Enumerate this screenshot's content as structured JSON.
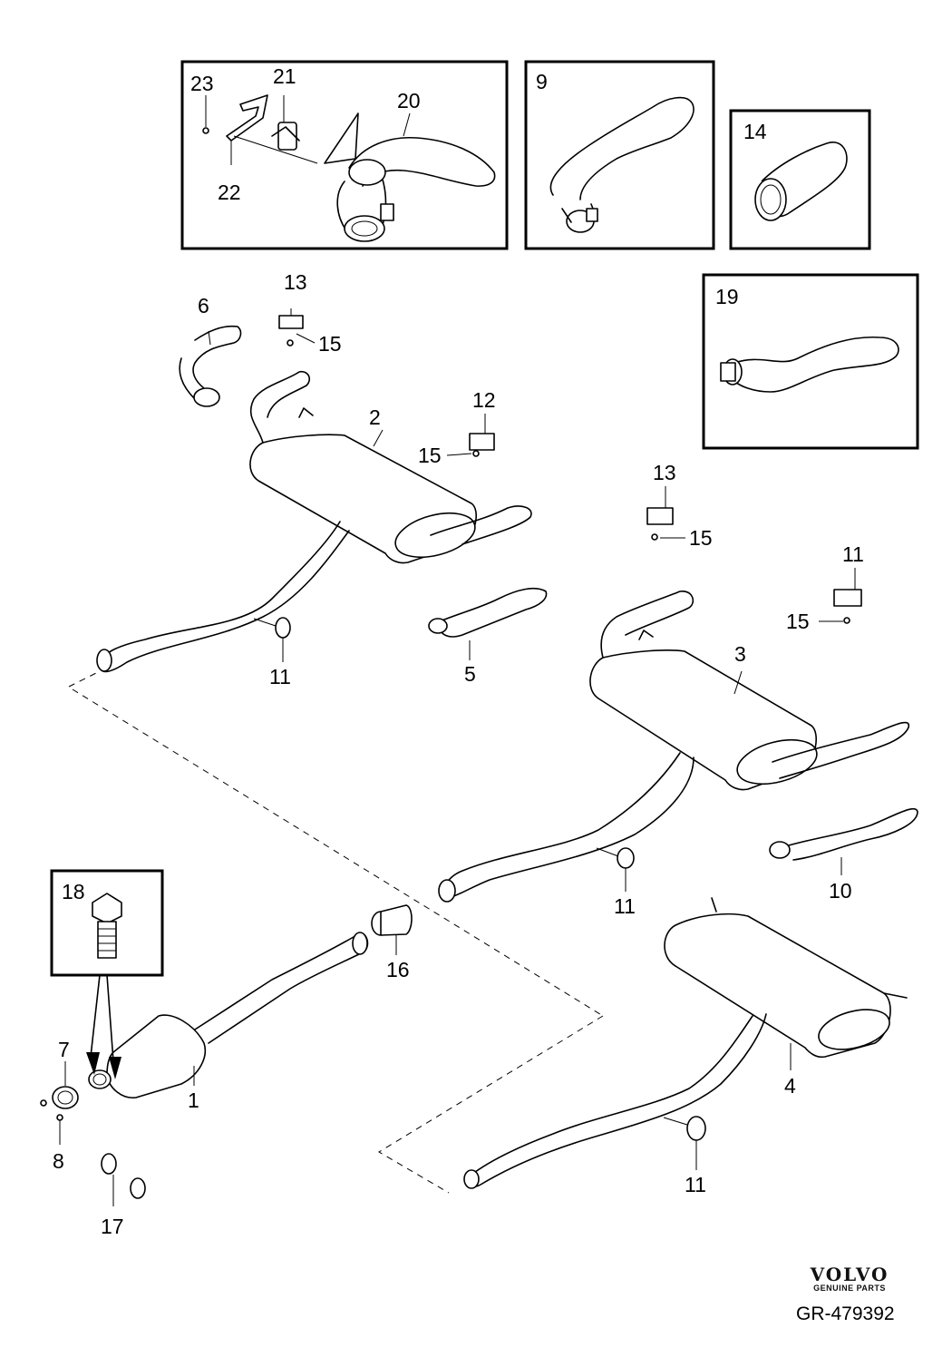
{
  "callouts": [
    {
      "id": "23",
      "text": "23"
    },
    {
      "id": "21",
      "text": "21"
    },
    {
      "id": "20",
      "text": "20"
    },
    {
      "id": "22",
      "text": "22"
    },
    {
      "id": "9",
      "text": "9"
    },
    {
      "id": "14",
      "text": "14"
    },
    {
      "id": "6",
      "text": "6"
    },
    {
      "id": "13a",
      "text": "13"
    },
    {
      "id": "15a",
      "text": "15"
    },
    {
      "id": "19",
      "text": "19"
    },
    {
      "id": "2",
      "text": "2"
    },
    {
      "id": "12",
      "text": "12"
    },
    {
      "id": "15b",
      "text": "15"
    },
    {
      "id": "13b",
      "text": "13"
    },
    {
      "id": "15c",
      "text": "15"
    },
    {
      "id": "11a",
      "text": "11"
    },
    {
      "id": "15d",
      "text": "15"
    },
    {
      "id": "11b",
      "text": "11"
    },
    {
      "id": "5",
      "text": "5"
    },
    {
      "id": "3",
      "text": "3"
    },
    {
      "id": "10",
      "text": "10"
    },
    {
      "id": "11c",
      "text": "11"
    },
    {
      "id": "18",
      "text": "18"
    },
    {
      "id": "16",
      "text": "16"
    },
    {
      "id": "7",
      "text": "7"
    },
    {
      "id": "1",
      "text": "1"
    },
    {
      "id": "8",
      "text": "8"
    },
    {
      "id": "4",
      "text": "4"
    },
    {
      "id": "17",
      "text": "17"
    },
    {
      "id": "11d",
      "text": "11"
    }
  ],
  "brand": {
    "name": "VOLVO",
    "tagline": "GENUINE PARTS"
  },
  "reference": "GR-479392"
}
